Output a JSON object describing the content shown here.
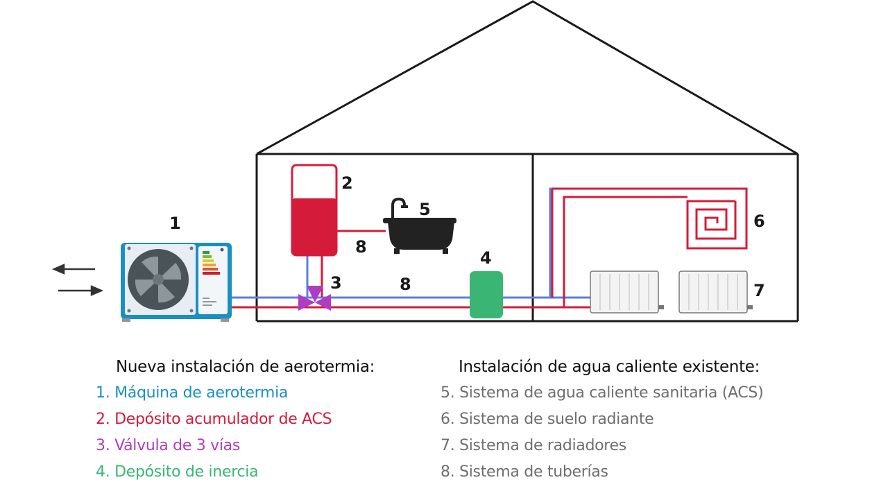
{
  "diagram": {
    "labels": {
      "n1": "1",
      "n2": "2",
      "n3": "3",
      "n4": "4",
      "n5": "5",
      "n6": "6",
      "n7": "7",
      "n8a": "8",
      "n8b": "8"
    },
    "colors": {
      "red": "#d41c3a",
      "blue": "#5b7fe0",
      "purple": "#b03cc4",
      "green": "#3bb574",
      "heatpump": "#1a8fc4"
    }
  },
  "legend": {
    "left": {
      "title": "Nueva instalación de aerotermia:",
      "items": [
        {
          "text": "1. Máquina de aerotermia",
          "color": "blue"
        },
        {
          "text": "2. Depósito acumulador de ACS",
          "color": "red"
        },
        {
          "text": "3. Válvula de 3 vías",
          "color": "purple"
        },
        {
          "text": "4. Depósito de inercia",
          "color": "green"
        }
      ]
    },
    "right": {
      "title": "Instalación de agua caliente existente:",
      "items": [
        {
          "text": "5. Sistema de agua caliente sanitaria (ACS)"
        },
        {
          "text": "6. Sistema de suelo radiante"
        },
        {
          "text": "7. Sistema de radiadores"
        },
        {
          "text": "8. Sistema de tuberías"
        }
      ]
    }
  }
}
